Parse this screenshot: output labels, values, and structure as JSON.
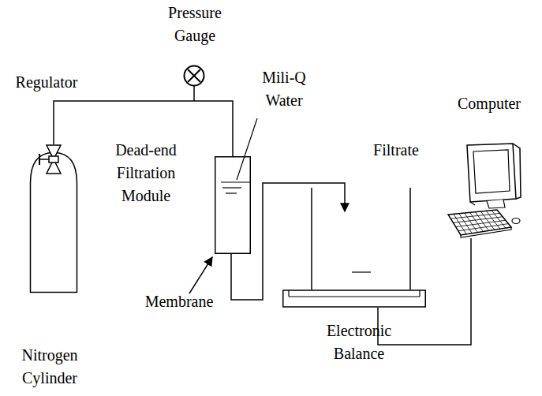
{
  "diagram": {
    "nodes": [
      {
        "text": [
          "Nitrogen Cylinder"
        ]
      },
      {
        "text": [
          "Regulator"
        ]
      },
      {
        "text": [
          "Pressure Gauge"
        ]
      },
      {
        "text": [
          "Dead-end Filtration Module"
        ]
      },
      {
        "text": [
          "Electronic Balance"
        ]
      },
      {
        "text": [
          "Computer"
        ]
      }
    ],
    "edges": [
      {
        "from": 0,
        "to": 1,
        "arrow": "none"
      },
      {
        "from": 1,
        "to": 3,
        "arrow": "none"
      },
      {
        "from": 3,
        "to": 4,
        "arrow": "to"
      },
      {
        "from": 4,
        "to": 5,
        "arrow": "none"
      }
    ],
    "labels": [
      "Mili-Q Water",
      "Filtrate",
      "Membrane"
    ]
  }
}
